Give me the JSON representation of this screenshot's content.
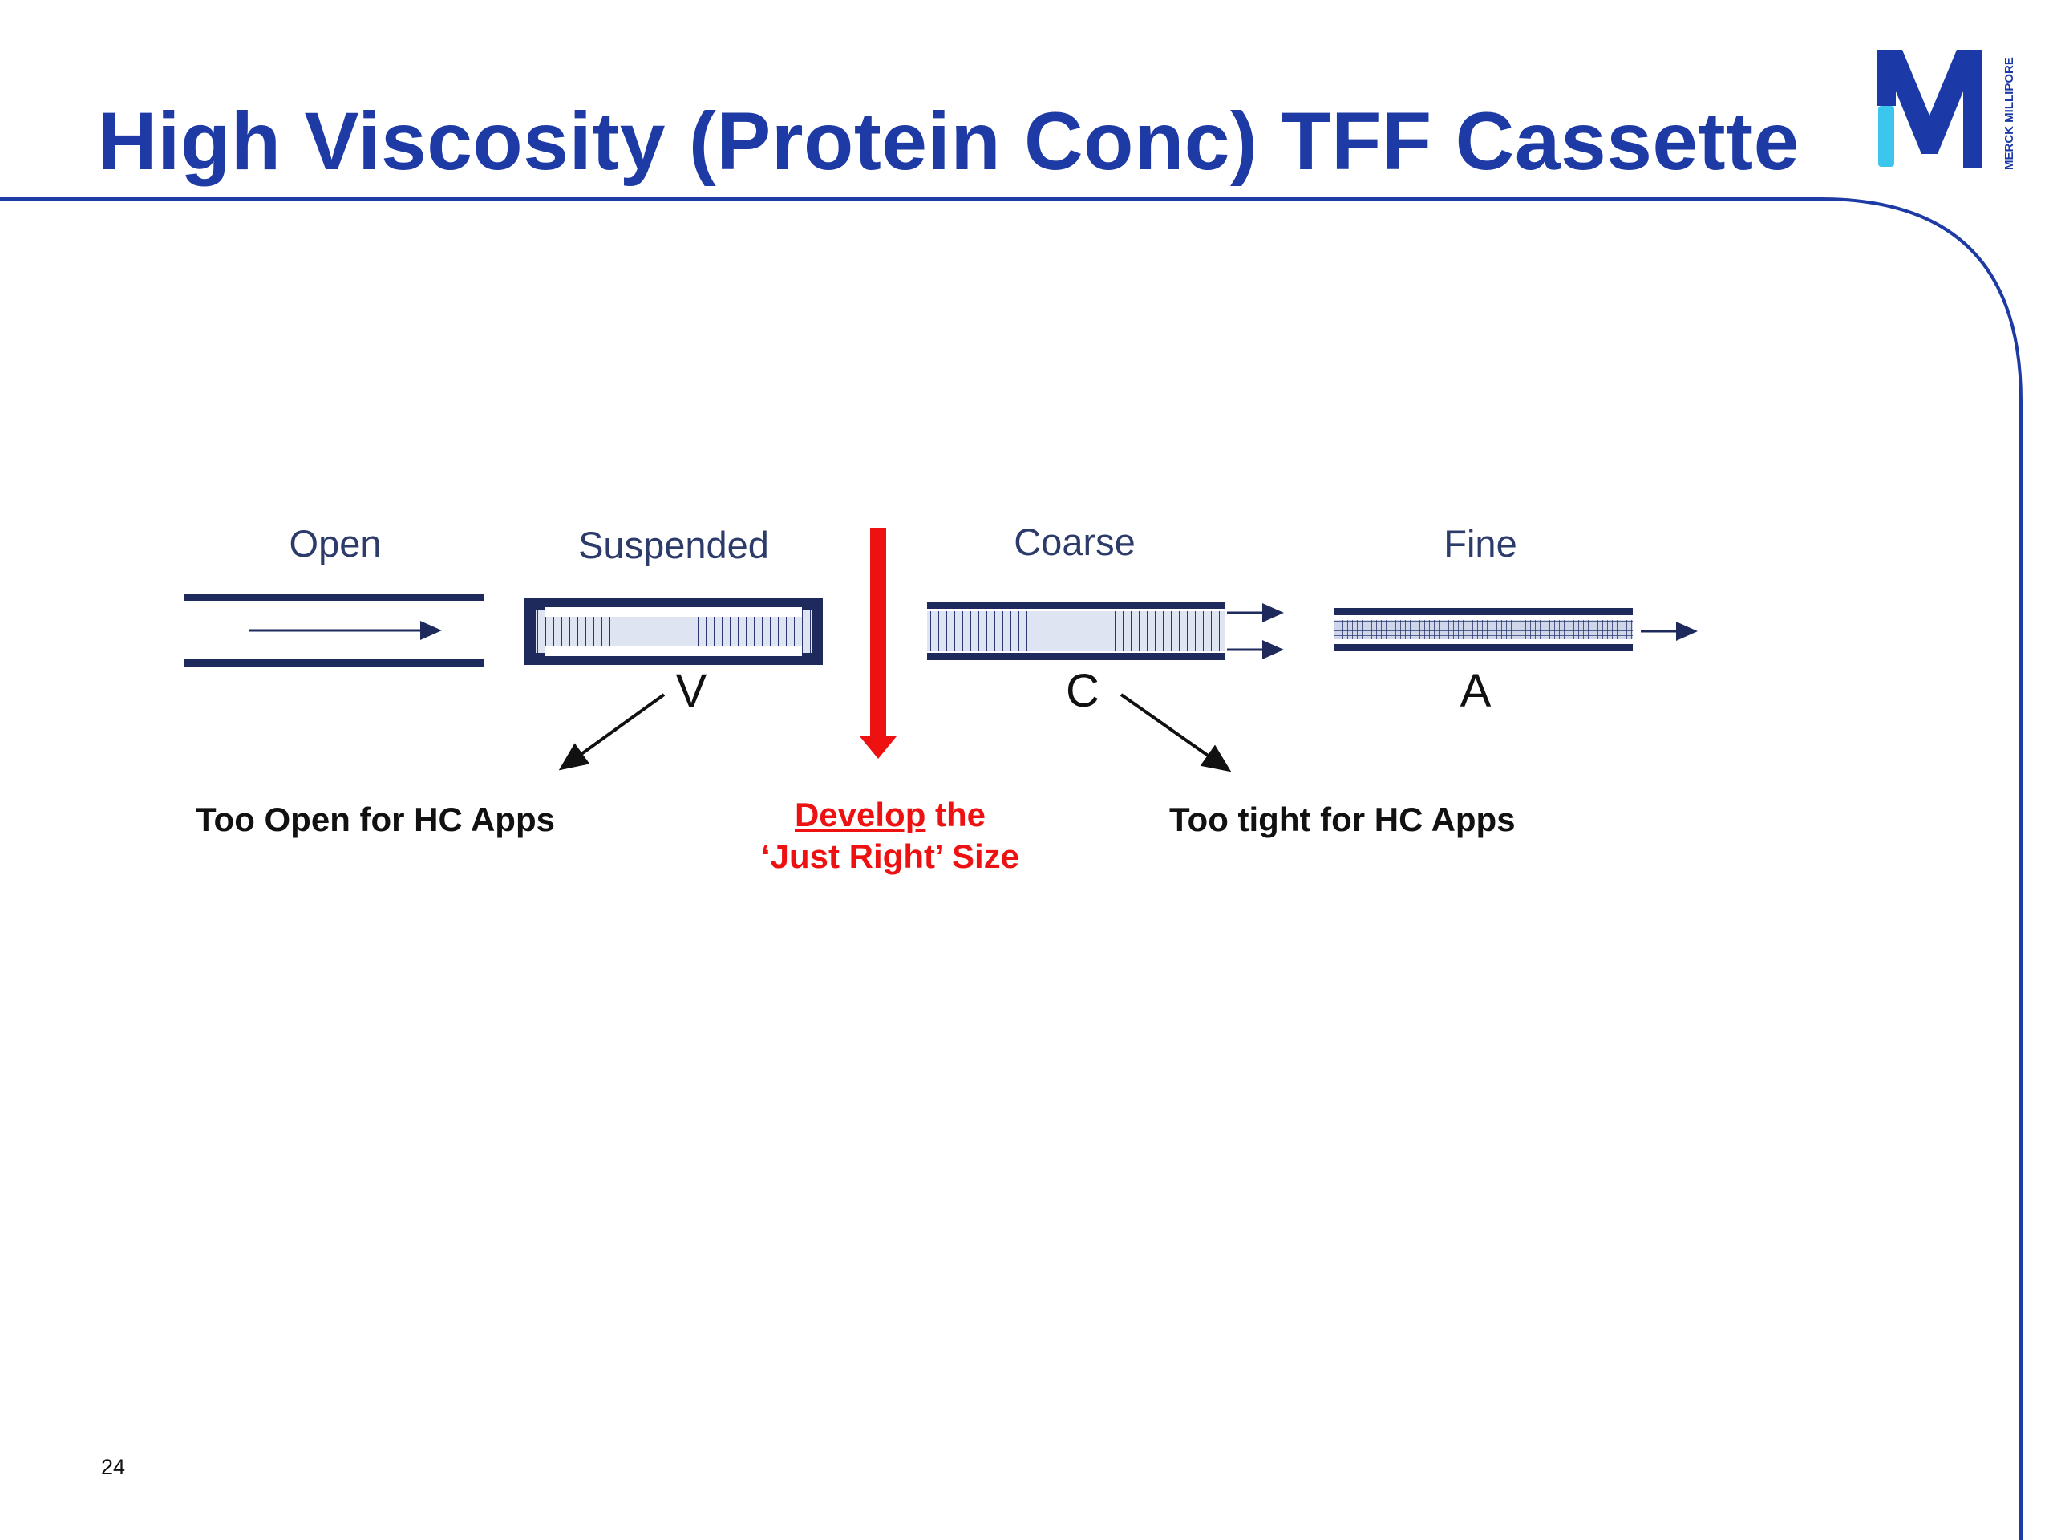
{
  "slide": {
    "title": "High Viscosity (Protein Conc) TFF Cassette",
    "page_number": "24"
  },
  "logo": {
    "vertical_text": "MERCK MILLIPORE"
  },
  "channels": [
    {
      "label": "Open"
    },
    {
      "label": "Suspended",
      "code": "V"
    },
    {
      "label": "Coarse",
      "code": "C"
    },
    {
      "label": "Fine",
      "code": "A"
    }
  ],
  "notes": {
    "left": "Too Open for HC Apps",
    "right": "Too tight for HC Apps",
    "center_word": "Develop",
    "center_rest": " the",
    "center_line2": "‘Just Right’ Size"
  },
  "colors": {
    "title": "#1d3aa5",
    "frame": "#1d3aa5",
    "channel": "#1f2a5c",
    "accent_red": "#ee1111",
    "logo_navy": "#1c3aa7",
    "logo_cyan": "#3cc6ee"
  }
}
